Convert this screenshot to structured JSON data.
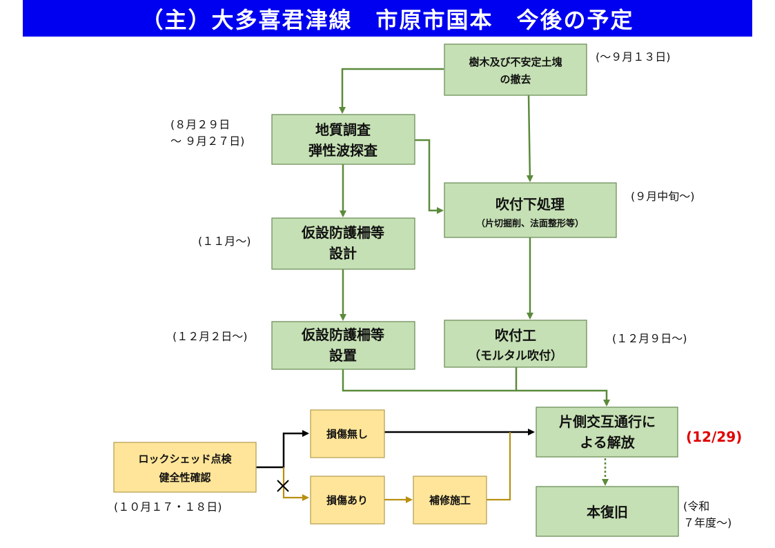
{
  "title": "（主）大多喜君津線　市原市国本　今後の予定",
  "colors": {
    "title_bg": "#0000f0",
    "box_green": "#c5e0b4",
    "box_yellow": "#ffe599",
    "line_green": "#5b8a3a",
    "line_gold": "#b88f10",
    "accent_red": "#e00000"
  },
  "nodes": {
    "tree_removal": {
      "lines": [
        "樹木及び不安定土塊",
        "の撤去"
      ],
      "schedule": "(～９月１３日)"
    },
    "geo_survey": {
      "lines": [
        "地質調査",
        "弾性波探査"
      ],
      "schedule": [
        "(８月２９日",
        "～ ９月２７日)"
      ]
    },
    "spray_prep": {
      "lines": [
        "吹付下処理"
      ],
      "sub": "（片切掘削、法面整形等）",
      "schedule": "(９月中旬～)"
    },
    "fence_design": {
      "lines": [
        "仮設防護柵等",
        "設計"
      ],
      "schedule": "(１１月～)"
    },
    "fence_install": {
      "lines": [
        "仮設防護柵等",
        "設置"
      ],
      "schedule": "(１２月２日～)"
    },
    "spray_work": {
      "lines": [
        "吹付工"
      ],
      "sub": "（モルタル吹付）",
      "schedule": "(１２月９日～)"
    },
    "alt_traffic": {
      "lines": [
        "片側交互通行に",
        "よる解放"
      ],
      "date": "(12/29)"
    },
    "full_restore": {
      "lines": [
        "本復旧"
      ],
      "schedule": [
        "(令和",
        "７年度～)"
      ]
    },
    "rockshed": {
      "lines": [
        "ロックシェッド点検",
        "健全性確認"
      ],
      "schedule": "(１０月１７・１８日)"
    },
    "no_damage": {
      "lines": [
        "損傷無し"
      ]
    },
    "damage": {
      "lines": [
        "損傷あり"
      ]
    },
    "repair": {
      "lines": [
        "補修施工"
      ]
    }
  },
  "icons": {
    "cross": "cross-mark-icon"
  }
}
